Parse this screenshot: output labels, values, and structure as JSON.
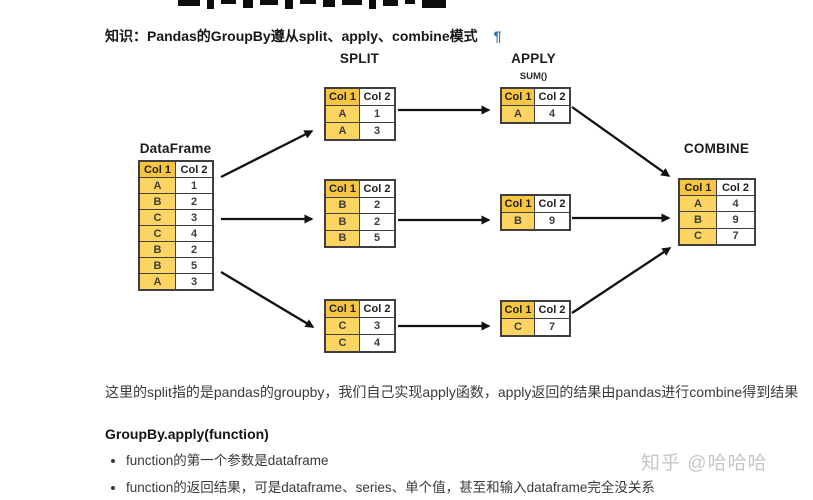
{
  "page": {
    "heading": "知识：Pandas的GroupBy遵从split、apply、combine模式",
    "pilcrow": "¶",
    "pilcrow_color": "#2E75B6"
  },
  "diagram": {
    "labels": {
      "dataframe": "DataFrame",
      "split": "SPLIT",
      "apply": "APPLY",
      "apply_sub": "SUM()",
      "combine": "COMBINE"
    },
    "colors": {
      "key_header_bg": "#F7C544",
      "key_cell_bg": "#FCD462",
      "value_cell_bg": "#FFFFFF",
      "border": "#3F3F3F",
      "arrow": "#111111"
    },
    "tables": [
      {
        "id": "dataframe",
        "headers": [
          "Col 1",
          "Col 2"
        ],
        "rows": [
          [
            "A",
            "1"
          ],
          [
            "B",
            "2"
          ],
          [
            "C",
            "3"
          ],
          [
            "C",
            "4"
          ],
          [
            "B",
            "2"
          ],
          [
            "B",
            "5"
          ],
          [
            "A",
            "3"
          ]
        ]
      },
      {
        "id": "split-group-a",
        "headers": [
          "Col 1",
          "Col 2"
        ],
        "rows": [
          [
            "A",
            "1"
          ],
          [
            "A",
            "3"
          ]
        ]
      },
      {
        "id": "split-group-b",
        "headers": [
          "Col 1",
          "Col 2"
        ],
        "rows": [
          [
            "B",
            "2"
          ],
          [
            "B",
            "2"
          ],
          [
            "B",
            "5"
          ]
        ]
      },
      {
        "id": "split-group-c",
        "headers": [
          "Col 1",
          "Col 2"
        ],
        "rows": [
          [
            "C",
            "3"
          ],
          [
            "C",
            "4"
          ]
        ]
      },
      {
        "id": "apply-group-a",
        "headers": [
          "Col 1",
          "Col 2"
        ],
        "rows": [
          [
            "A",
            "4"
          ]
        ]
      },
      {
        "id": "apply-group-b",
        "headers": [
          "Col 1",
          "Col 2"
        ],
        "rows": [
          [
            "B",
            "9"
          ]
        ]
      },
      {
        "id": "apply-group-c",
        "headers": [
          "Col 1",
          "Col 2"
        ],
        "rows": [
          [
            "C",
            "7"
          ]
        ]
      },
      {
        "id": "combine-result",
        "headers": [
          "Col 1",
          "Col 2"
        ],
        "rows": [
          [
            "A",
            "4"
          ],
          [
            "B",
            "9"
          ],
          [
            "C",
            "7"
          ]
        ]
      }
    ]
  },
  "body": {
    "paragraph": "这里的split指的是pandas的groupby，我们自己实现apply函数，apply返回的结果由pandas进行combine得到结果",
    "subheading": "GroupBy.apply(function)",
    "bullets": [
      "function的第一个参数是dataframe",
      "function的返回结果，可是dataframe、series、单个值，甚至和输入dataframe完全没关系"
    ]
  },
  "watermark": {
    "text": "知乎 @哈哈哈",
    "color": "#C7C7C7"
  }
}
